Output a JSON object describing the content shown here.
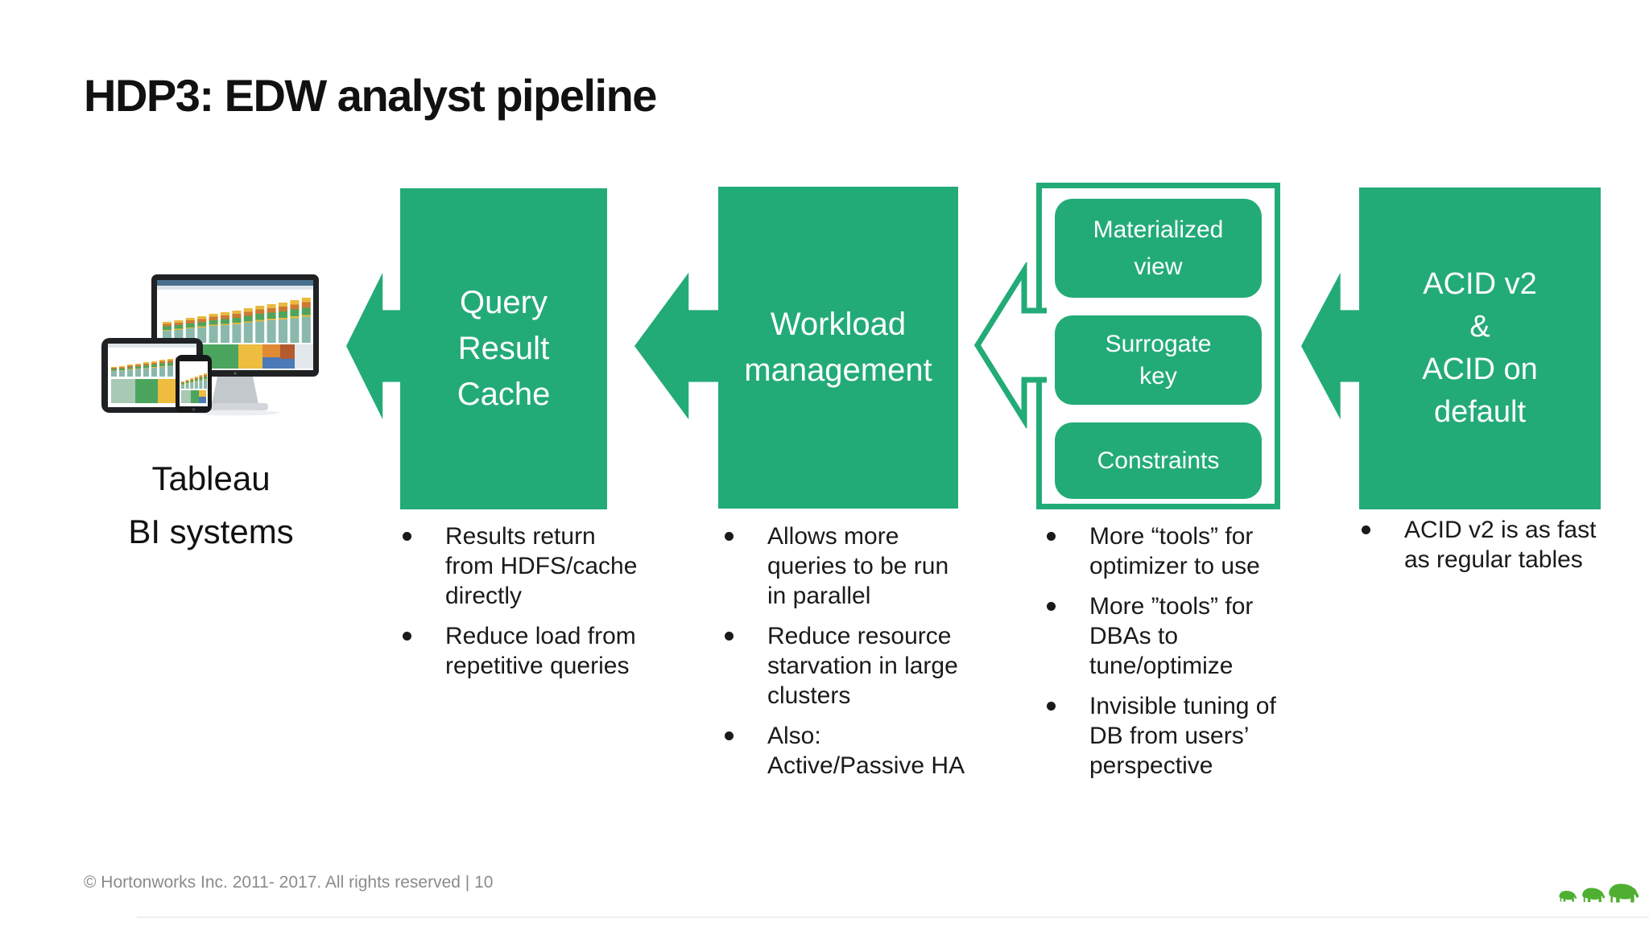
{
  "slide": {
    "title": "HDP3: EDW analyst pipeline",
    "footer": "© Hortonworks Inc. 2011- 2017. All rights reserved | 10",
    "page_number": "10",
    "colors": {
      "accent_green": "#23AB77",
      "logo_green": "#4FAF31",
      "text_dark": "#1a1a1a",
      "footer_gray": "#8b8b8b",
      "box_text": "#ffffff"
    }
  },
  "pipeline": {
    "flow_direction": "right-to-left",
    "bi_label": "Tableau\nBI systems",
    "stages": [
      {
        "id": "query-result-cache",
        "label": "Query\nResult\nCache",
        "bullets": [
          [
            "Results return",
            "from HDFS/cache",
            "directly"
          ],
          [
            "Reduce load from",
            "repetitive queries"
          ]
        ]
      },
      {
        "id": "workload-management",
        "label": "Workload\nmanagement",
        "bullets": [
          [
            "Allows more",
            "queries to be run",
            "in parallel"
          ],
          [
            "Reduce resource",
            "starvation in large",
            "clusters"
          ],
          [
            "Also:",
            "Active/Passive HA"
          ]
        ]
      },
      {
        "id": "optimizer-tools",
        "items": [
          "Materialized\nview",
          "Surrogate\nkey",
          "Constraints"
        ],
        "bullets": [
          [
            "More “tools” for",
            "optimizer to use"
          ],
          [
            "More ”tools” for",
            "DBAs to",
            "tune/optimize"
          ],
          [
            "Invisible tuning of",
            "DB from users’",
            "perspective"
          ]
        ]
      },
      {
        "id": "acid-v2",
        "label": "ACID v2\n&\nACID on\ndefault",
        "bullets": [
          [
            "ACID v2 is as fast",
            "as regular tables"
          ]
        ]
      }
    ]
  }
}
